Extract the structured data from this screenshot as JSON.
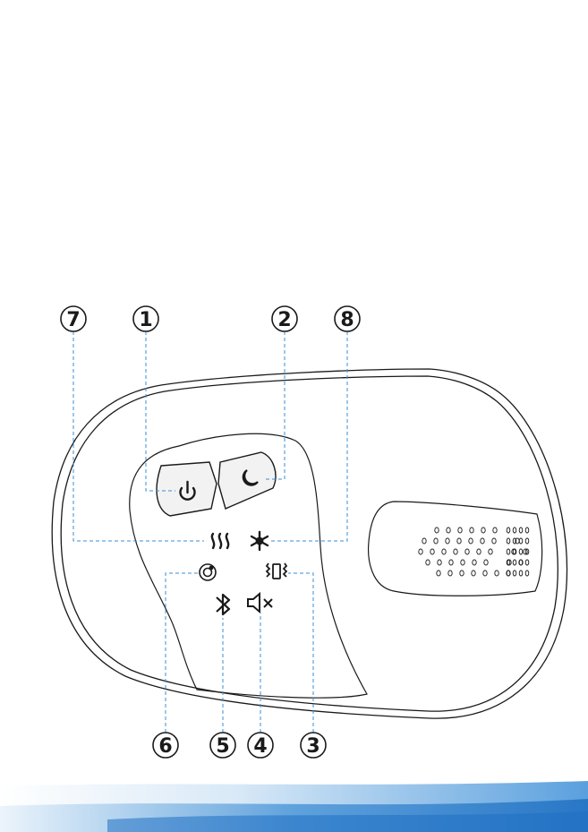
{
  "diagram": {
    "callouts": [
      {
        "id": "callout-7",
        "label": "7",
        "target": "heat-icon"
      },
      {
        "id": "callout-1",
        "label": "1",
        "target": "power-button"
      },
      {
        "id": "callout-2",
        "label": "2",
        "target": "sleep-mode-button"
      },
      {
        "id": "callout-8",
        "label": "8",
        "target": "cooling-icon"
      },
      {
        "id": "callout-6",
        "label": "6",
        "target": "massage-mode-icon"
      },
      {
        "id": "callout-5",
        "label": "5",
        "target": "bluetooth-icon"
      },
      {
        "id": "callout-4",
        "label": "4",
        "target": "mute-icon"
      },
      {
        "id": "callout-3",
        "label": "3",
        "target": "vibration-icon"
      }
    ],
    "colors": {
      "outline": "#1a1a1a",
      "leader": "#3a8fd6",
      "band_light": "#cfe3f5",
      "band_dark": "#1f6fc2"
    },
    "icons": [
      "power-icon",
      "moon-icon",
      "heat-waves-icon",
      "snowflake-icon",
      "massage-icon",
      "vibration-icon",
      "bluetooth-icon",
      "speaker-mute-icon"
    ]
  }
}
